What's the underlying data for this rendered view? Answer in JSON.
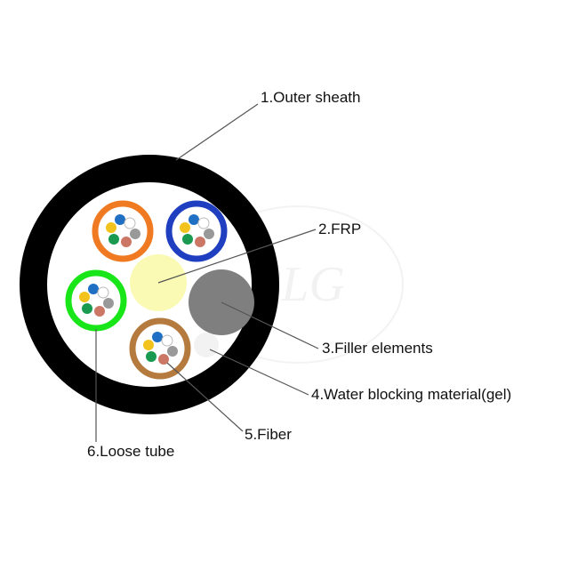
{
  "labels": {
    "outer_sheath": "1.Outer sheath",
    "frp": "2.FRP",
    "filler": "3.Filler elements",
    "gel": "4.Water blocking material(gel)",
    "fiber": "5.Fiber",
    "loose_tube": "6.Loose tube"
  },
  "watermark": "BLG",
  "colors": {
    "sheath": "#000000",
    "gel": "#ffffff",
    "frp": "#fafab4",
    "filler": "#7f7f7f",
    "tube_orange": "#f07a22",
    "tube_blue": "#1f3fc0",
    "tube_green": "#19e619",
    "tube_brown": "#b57a3e",
    "fiber_colors": [
      "#1f6fc4",
      "#f2c31c",
      "#ffffff",
      "#1a9a50",
      "#cc7766",
      "#999999"
    ]
  }
}
